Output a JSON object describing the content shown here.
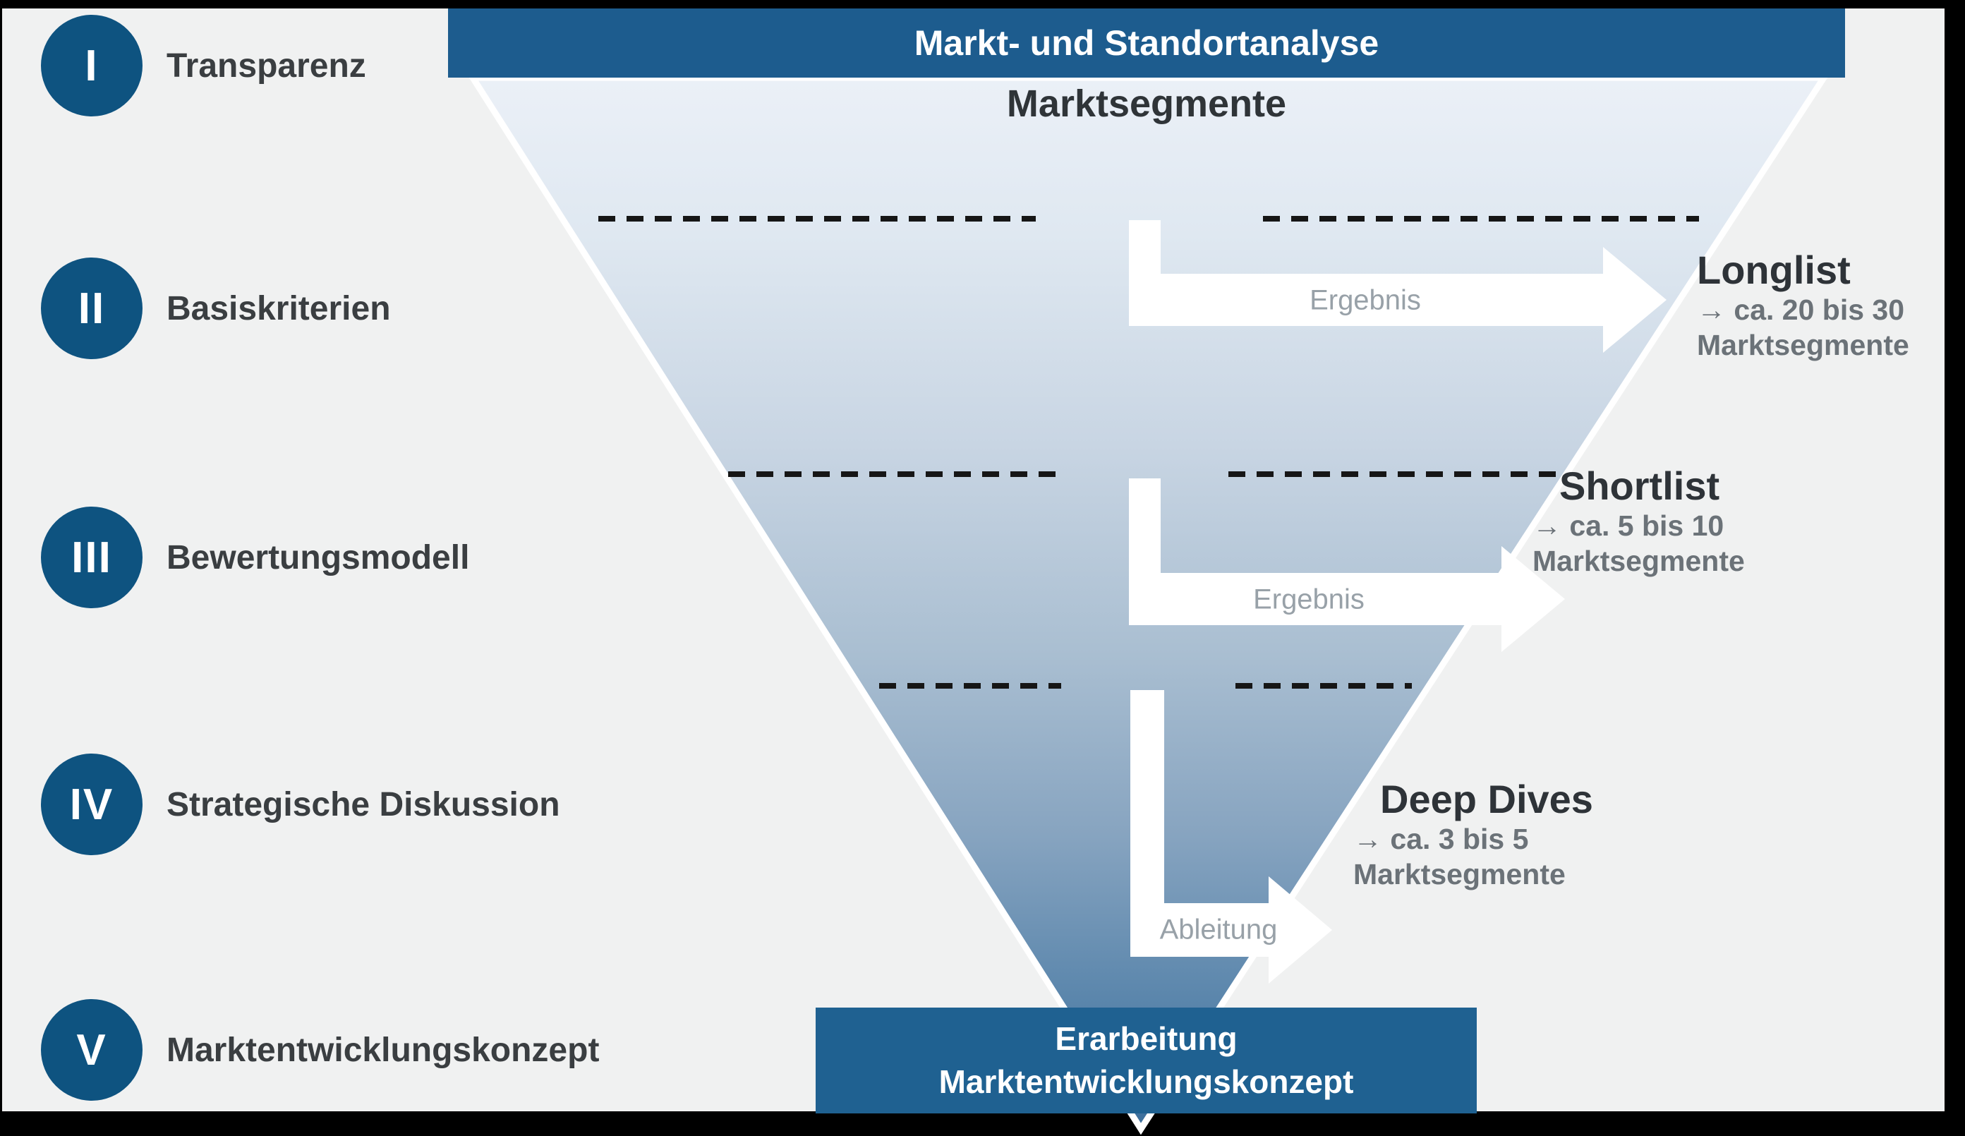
{
  "colors": {
    "frame": "#000000",
    "background": "#f0f1f1",
    "banner_blue": "#1d5c8e",
    "circle_blue": "#0e5380",
    "footer_blue": "#1f6191",
    "funnel_top": "#ebf0f7",
    "funnel_bottom": "#3b6e9b",
    "text_dark": "#2f3438",
    "text_gray": "#6b7278",
    "arrow_label_gray": "#98a1a8",
    "arrow_white": "#ffffff",
    "dash_black": "#161616"
  },
  "header": {
    "title": "Markt- und Standortanalyse"
  },
  "funnel": {
    "label": "Marktsegmente"
  },
  "phases": [
    {
      "numeral": "I",
      "label": "Transparenz"
    },
    {
      "numeral": "II",
      "label": "Basiskriterien"
    },
    {
      "numeral": "III",
      "label": "Bewertungsmodell"
    },
    {
      "numeral": "IV",
      "label": "Strategische Diskussion"
    },
    {
      "numeral": "V",
      "label": "Marktentwicklungskonzept"
    }
  ],
  "stages": [
    {
      "arrow_label": "Ergebnis",
      "result_title": "Longlist",
      "result_detail_1": "→ ca. 20 bis 30",
      "result_detail_2": "Marktsegmente"
    },
    {
      "arrow_label": "Ergebnis",
      "result_title": "Shortlist",
      "result_detail_1": "→ ca. 5 bis 10",
      "result_detail_2": "Marktsegmente"
    },
    {
      "arrow_label": "Ableitung",
      "result_title": "Deep Dives",
      "result_detail_1": "→ ca. 3 bis 5",
      "result_detail_2": "Marktsegmente"
    }
  ],
  "footer": {
    "line_1": "Erarbeitung",
    "line_2": "Marktentwicklungskonzept"
  }
}
